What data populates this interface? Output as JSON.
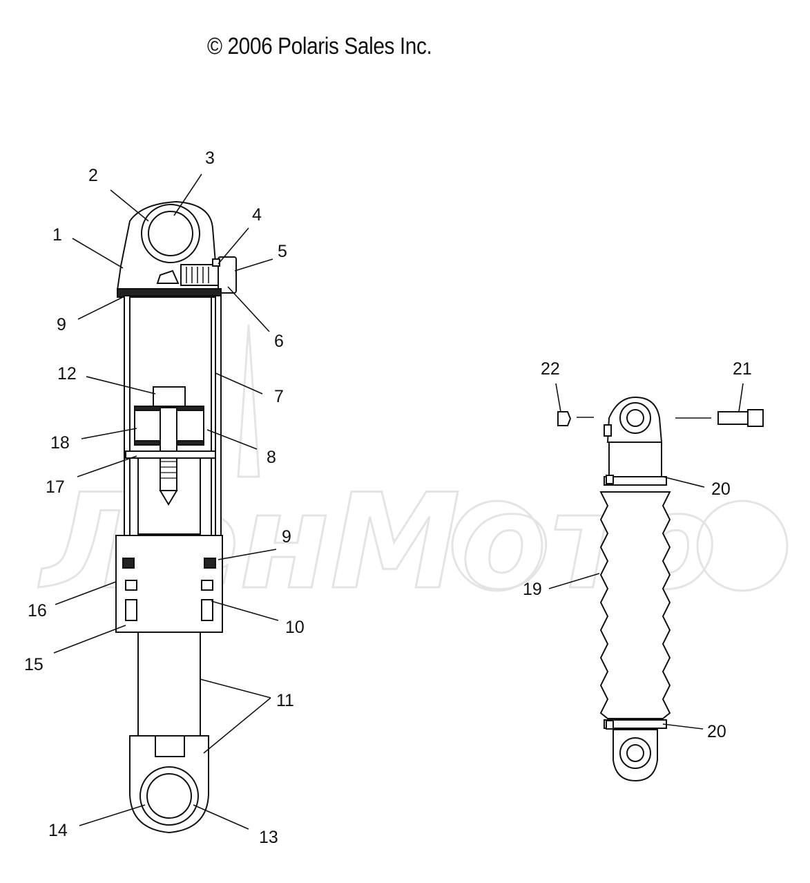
{
  "copyright": "© 2006 Polaris Sales Inc.",
  "watermark": "ЛенМото",
  "callouts": [
    "1",
    "2",
    "3",
    "4",
    "5",
    "6",
    "7",
    "8",
    "9",
    "9",
    "10",
    "11",
    "12",
    "13",
    "14",
    "15",
    "16",
    "17",
    "18",
    "19",
    "20",
    "20",
    "21",
    "22"
  ]
}
